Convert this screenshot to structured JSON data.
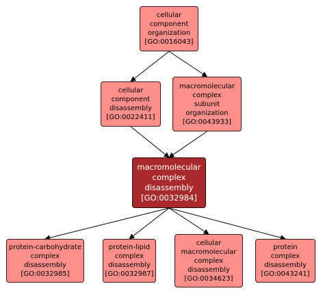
{
  "colors": {
    "node_fill": "#ff8f8a",
    "focus_fill": "#a82a2c",
    "border": "#3a1a1a",
    "edge": "#000000"
  },
  "nodes": {
    "go0016043": {
      "lines": [
        "cellular",
        "component",
        "organization",
        "[GO:0016043]"
      ]
    },
    "go0022411": {
      "lines": [
        "cellular",
        "component",
        "disassembly",
        "[GO:0022411]"
      ]
    },
    "go0043933": {
      "lines": [
        "macromolecular",
        "complex",
        "subunit",
        "organization",
        "[GO:0043933]"
      ]
    },
    "go0032984": {
      "lines": [
        "macromolecular",
        "complex",
        "disassembly",
        "[GO:0032984]"
      ]
    },
    "go0032985": {
      "lines": [
        "protein-carbohydrate",
        "complex",
        "disassembly",
        "[GO:0032985]"
      ]
    },
    "go0032987": {
      "lines": [
        "protein-lipid",
        "complex",
        "disassembly",
        "[GO:0032987]"
      ]
    },
    "go0034623": {
      "lines": [
        "cellular",
        "macromolecular",
        "complex",
        "disassembly",
        "[GO:0034623]"
      ]
    },
    "go0043241": {
      "lines": [
        "protein",
        "complex",
        "disassembly",
        "[GO:0043241]"
      ]
    }
  },
  "edges": [
    [
      "go0016043",
      "go0022411"
    ],
    [
      "go0016043",
      "go0043933"
    ],
    [
      "go0022411",
      "go0032984"
    ],
    [
      "go0043933",
      "go0032984"
    ],
    [
      "go0032984",
      "go0032985"
    ],
    [
      "go0032984",
      "go0032987"
    ],
    [
      "go0032984",
      "go0034623"
    ],
    [
      "go0032984",
      "go0043241"
    ]
  ]
}
